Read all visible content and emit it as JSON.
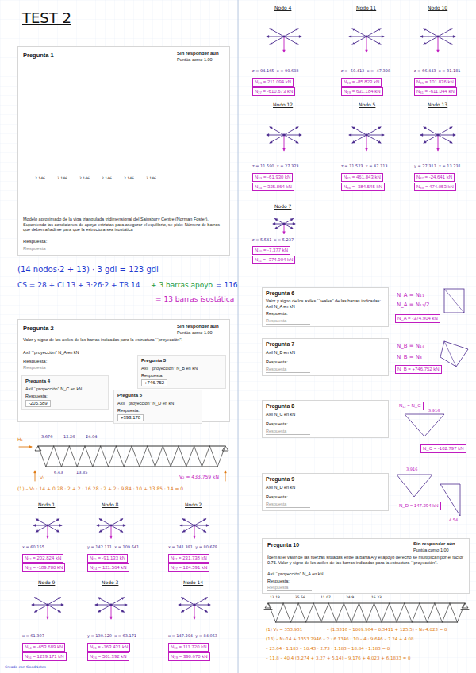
{
  "diagram": {
    "title": "TEST 2",
    "nodes": [
      {
        "text": [
          "Pregunta 1",
          "Sin responder aún",
          "Puntúa como 1.00",
          "Modelo aproximado de la viga triangulada tridimensional del Sainsbury Centre (Norman Foster). Suponiendo las condiciones de apoyo estrictas para asegurar el equilibrio, se pide: Número de barras que deben añadirse para que la estructura sea isostática",
          "Respuesta:",
          "Respuesta"
        ]
      },
      {
        "text": [
          "Pregunta 2",
          "Sin responder aún",
          "Puntúa como 1.00",
          "Valor y signo de los axiles de las barras indicadas para la estructura ``proyección''.",
          "Axil ``proyección'' N_A en kN",
          "Respuesta:",
          "Respuesta"
        ]
      },
      {
        "text": [
          "Pregunta 3",
          "Axil ``proyección'' N_B en kN",
          "Respuesta:",
          "+746.752"
        ],
        "in": 1
      },
      {
        "text": [
          "Pregunta 4",
          "Axil ``proyección'' N_C en kN",
          "Respuesta:",
          "-205.589"
        ],
        "in": 1
      },
      {
        "text": [
          "Pregunta 5",
          "Axil ``proyección'' N_D en kN",
          "Respuesta:",
          "+393.178"
        ],
        "in": 1
      },
      {
        "text": [
          "N₁₂ = 202.824 kN"
        ]
      },
      {
        "text": [
          "N₁₃ = -189.780 kN"
        ]
      },
      {
        "text": [
          "N₁₅ = -91.133 kN"
        ]
      },
      {
        "text": [
          "N₂₄ = 121.564 kN"
        ]
      },
      {
        "text": [
          "N₁₇ = 231.738 kN"
        ]
      },
      {
        "text": [
          "N₂₇ = 124.591 kN"
        ]
      },
      {
        "text": [
          "N₁₄ = -653.689 kN"
        ]
      },
      {
        "text": [
          "N₁₆ = 1239.171 kN"
        ]
      },
      {
        "text": [
          "N₂₁ = -163.431 kN"
        ]
      },
      {
        "text": [
          "N₂₆ = 501.392 kN"
        ]
      },
      {
        "text": [
          "N₁₈ = 111.720 kN"
        ]
      },
      {
        "text": [
          "N₂₉ = 390.670 kN"
        ]
      },
      {
        "text": [
          "N₂₃ = 211.094 kN"
        ]
      },
      {
        "text": [
          "N₂₇ = -610.673 kN"
        ]
      },
      {
        "text": [
          "N₂₈ = -85.823 kN"
        ]
      },
      {
        "text": [
          "N₂₉ = 631.184 kN"
        ]
      },
      {
        "text": [
          "N₃₅ = 101.876 kN"
        ]
      },
      {
        "text": [
          "N₃₁ = -611.044 kN"
        ]
      },
      {
        "text": [
          "N₃₃ = -61.930 kN"
        ]
      },
      {
        "text": [
          "N₃₄ = 325.864 kN"
        ]
      },
      {
        "text": [
          "N₄₅ = 461.843 kN"
        ]
      },
      {
        "text": [
          "N₃₆ = -384.545 kN"
        ]
      },
      {
        "text": [
          "N₃₇ = -24.641 kN"
        ]
      },
      {
        "text": [
          "N₃₈ = 474.053 kN"
        ]
      },
      {
        "text": [
          "N₄₀ = -7.377 kN"
        ]
      },
      {
        "text": [
          "N₄₁ = -374.904 kN"
        ]
      },
      {
        "text": [
          "Pregunta 6",
          "Valor y signo de los axiles ``reales'' de las barras indicadas: Axil N_A en kN",
          "Respuesta:",
          "Respuesta"
        ]
      },
      {
        "text": [
          "N_A = -374.904 kN"
        ]
      },
      {
        "text": [
          "Pregunta 7",
          "Axil N_B en kN",
          "Respuesta:",
          "Respuesta"
        ]
      },
      {
        "text": [
          "N_B = +746.752 kN"
        ]
      },
      {
        "text": [
          "Pregunta 8",
          "Axil N_C en kN",
          "Respuesta:",
          "Respuesta"
        ]
      },
      {
        "text": [
          "N₁₂ = N_C"
        ]
      },
      {
        "text": [
          "N_C = -102.797 kN"
        ]
      },
      {
        "text": [
          "Pregunta 9",
          "Axil N_D en kN",
          "Respuesta:",
          "Respuesta"
        ]
      },
      {
        "text": [
          "N_D = 147.294 kN"
        ]
      },
      {
        "text": [
          "Pregunta 10",
          "Sin responder aún",
          "Puntúa como 1.00",
          "Ídem si el valor de las fuerzas situadas entre la barra A y el apoyo derecho se multiplican por el factor 0.75. Valor y signo de los axiles de las barras indicadas para la estructura ``proyección''.",
          "Axil ``proyección'' N_A en kN",
          "Respuesta:",
          "Respuesta"
        ]
      }
    ],
    "labels": [
      "(14 nodos·2 + 13) · 3 gdl = 123 gdl",
      "CS = 28 + CI 13 + 3·26·2 + TR 14",
      "+ 3 barras apoyo",
      "= 116",
      "= 13 barras isostática",
      "2.146",
      "2.146",
      "2.146",
      "2.146",
      "2.146",
      "2.146",
      "3.676",
      "12.26",
      "24.04",
      "6.43",
      "13.85",
      "H₁",
      "V₁",
      "V₂ = 433.759 kN",
      "(1) – V₁ · 14 + 0.28 · 2 + 2 · 16.28 · 2 + 2 · 9.84 · 10 + 13.85 · 14 = 0",
      "Nodo 1",
      "Nodo 8",
      "Nodo 2",
      "x = 60.155",
      "y = 142.131  x = 109.641",
      "x = 141.381  y = 80.678",
      "Nodo 9",
      "Nodo 3",
      "Nodo 14",
      "x = 61.307",
      "y = 130.120  x = 63.171",
      "x = 147.294  y = 84.053",
      "Creado con GoodNotes",
      "Nodo 4",
      "Nodo 11",
      "Nodo 10",
      "z = 94.165  x = 99.693",
      "z = -50.413  x = -47.398",
      "z = 66.443  x = 31.181",
      "Nodo 12",
      "Nodo 5",
      "Nodo 13",
      "z = 11.590  x = 27.323",
      "z = 31.523  x = 47.313",
      "y = 27.313  x = 13.231",
      "Nodo 7",
      "z = 5.541  x = 5.237",
      "N_A = N₁₁",
      "N_A = N₁₁/2",
      "N_B = N₁₄",
      "N_B = N₃",
      "3.916",
      "3.916",
      "4.54",
      "(1) V₁ = 353.931",
      "– (1.3316 – 1009.964 – 0.3411 + 125.5) – N₁·4.023 = 0",
      "(13) – N₁·14 + 1353.2946 – 2 · 6.1346 · 10 – 4 · 9.646 – 7.24 + 4.08",
      "– 23.64 · 1.183 – 10.43 · 2.73 · 1.183 – 18.84 · 1.183 = 0",
      "– 11.8 – 40.4 (3.274 + 3.27 + 5.14) – 9.176 + 4.023 + 6.1833 = 0",
      "12.13",
      "35.56",
      "11.07",
      "24.9",
      "16.23"
    ]
  }
}
